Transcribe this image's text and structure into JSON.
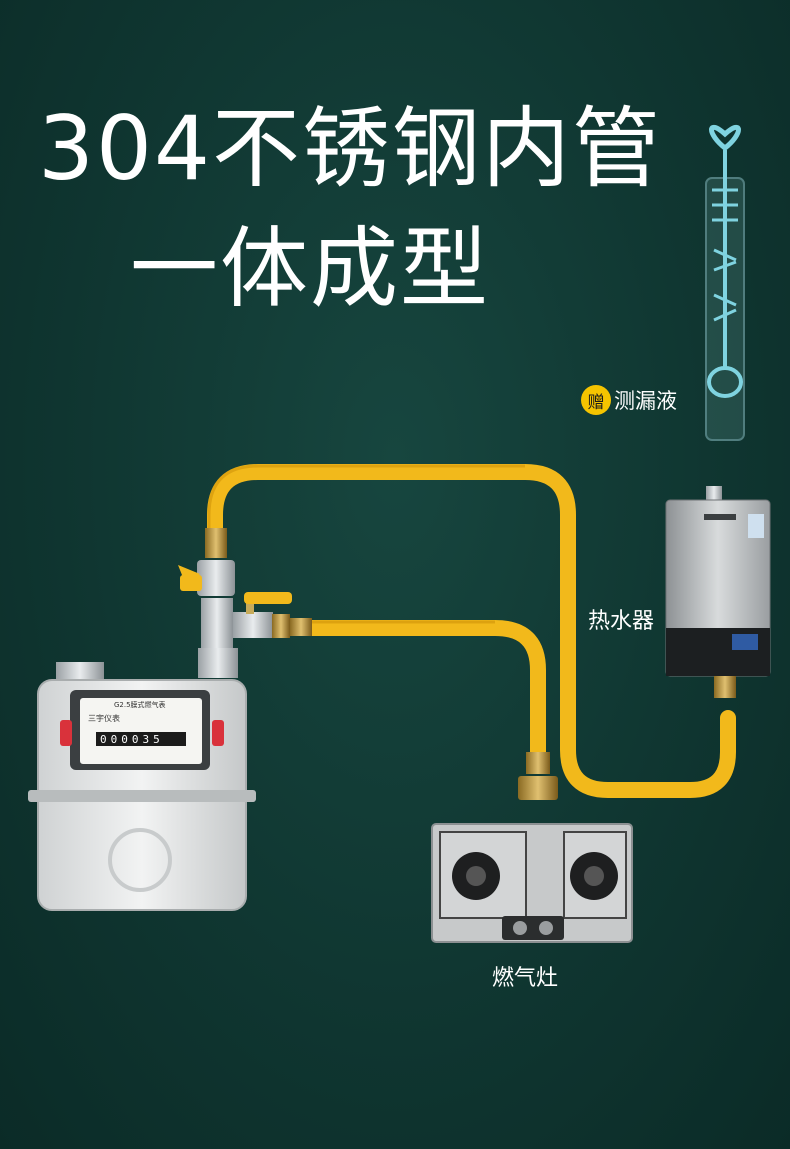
{
  "headline": {
    "line1": "304不锈钢内管",
    "line2": "一体成型"
  },
  "gift": {
    "badge": "赠",
    "text": "测漏液"
  },
  "labels": {
    "water_heater": "热水器",
    "gas_stove": "燃气灶"
  },
  "meter": {
    "title": "G2.5膜式燃气表",
    "brand": "三宇仪表",
    "reading": "000035"
  },
  "colors": {
    "background": "#123e38",
    "hose": "#f2b91b",
    "text": "#ffffff",
    "badge": "#f5c400"
  },
  "icons": [
    "leak-test-bottle-icon",
    "gas-meter-icon",
    "valve-icon",
    "water-heater-icon",
    "gas-stove-icon",
    "hose-icon"
  ]
}
